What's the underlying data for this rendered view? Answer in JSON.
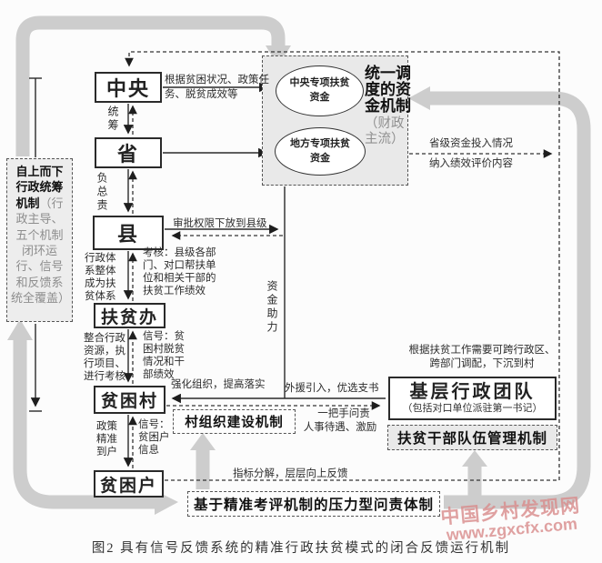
{
  "left_panel": {
    "bold": "自上而下行政统筹机制",
    "detail": "（行政主导、五个机制闭环运行、信号和反馈系统全覆盖）"
  },
  "nodes": {
    "central": "中央",
    "province": "省",
    "county": "县",
    "office": "扶贫办",
    "village": "贫困村",
    "household": "贫困户"
  },
  "team": {
    "title": "基层行政团队",
    "subtitle": "（包括对口单位派驻第一书记）"
  },
  "mech": {
    "village_org": "村组织建设机制",
    "cadre": "扶贫干部队伍管理机制",
    "pressure": "基于精准考评机制的压力型问责体制"
  },
  "funds": {
    "title": "统一调度的资金机制",
    "note": "（财政主流）",
    "central_fund": "中央专项扶贫资金",
    "local_fund": "地方专项扶贫资金",
    "aid": "资金助力"
  },
  "edge": {
    "tongchou": "统筹",
    "fuzongze": "负总责",
    "central_fund_note": "根据贫困状况、政策任务、脱贫成效等",
    "approval": "审批权限下放到县级",
    "county_left": "行政体系整体成为扶贫体系",
    "county_right": "考核：县级各部门、对口帮扶单位和相关干部的扶贫工作绩效",
    "office_left": "整合行政资源，执行项目、进行考核",
    "office_right": "信号：贫困村脱贫情况和干部绩效",
    "strengthen": "强化组织，提高落实",
    "external": "外援引入，优选支书",
    "village_left": "政策精准到户",
    "village_right": "信号：贫困户信息",
    "acc_line1": "一把手问责",
    "acc_line2": "人事待遇、激励",
    "deploy": "根据扶贫工作需要可跨行政区、跨部门调配，下沉到村",
    "prov_line1": "省级资金投入情况",
    "prov_line2": "纳入绩效评价内容",
    "indicator": "指标分解，层层向上反馈"
  },
  "caption": {
    "text": "图2  具有信号反馈系统的精准行政扶贫模式的闭合反馈运行机制"
  },
  "watermark": {
    "line1": "中国乡村发现网",
    "line2": "www.zgxcfx.com"
  },
  "colors": {
    "band": "#cdcdcd",
    "line": "#2a2a2a",
    "fill_gray": "#e9e9e9",
    "watermark": "#d98b8b"
  }
}
